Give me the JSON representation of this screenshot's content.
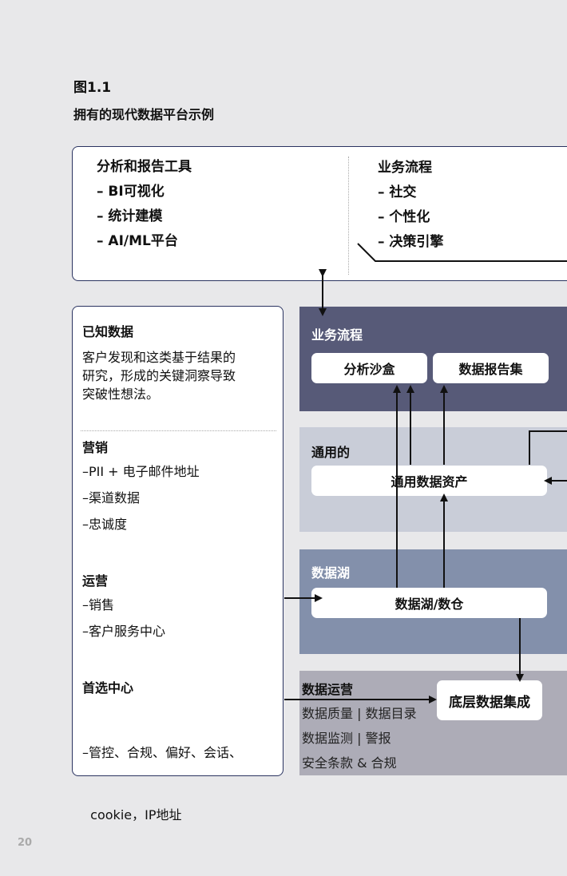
{
  "figure": {
    "label": "图1.1",
    "title": "拥有的现代数据平台示例"
  },
  "top_box": {
    "col1": [
      "分析和报告工具",
      "– BI可视化",
      "– 统计建模",
      "– AI/ML平台"
    ],
    "col2": [
      "业务流程",
      "– 社交",
      "– 个性化",
      "– 决策引擎"
    ]
  },
  "known": {
    "title": "已知数据",
    "text": [
      "客户发现和这类基于结果的",
      "研究，形成的关键洞察导致",
      "突破性想法。"
    ],
    "marketing": {
      "title": "营销",
      "items": [
        "–PII + 电子邮件地址",
        "–渠道数据",
        "–忠诚度"
      ]
    },
    "operations": {
      "title": "运营",
      "items": [
        "–销售",
        "–客户服务中心"
      ]
    },
    "preference": {
      "title": "首选中心",
      "items": [
        "–管控、合规、偏好、会话、",
        "  cookie，IP地址"
      ]
    }
  },
  "panels": {
    "business": {
      "title": "业务流程",
      "sandbox": "分析沙盒",
      "reports": "数据报告集"
    },
    "common": {
      "title": "通用的",
      "asset": "通用数据资产"
    },
    "lake": {
      "title": "数据湖",
      "node": "数据湖/数仓"
    },
    "ops": {
      "title": "数据运营",
      "lines": [
        "数据质量 | 数据目录",
        "数据监测 | 警报",
        "安全条款 & 合规"
      ],
      "integration": "底层数据集成"
    }
  },
  "page_number": "20"
}
